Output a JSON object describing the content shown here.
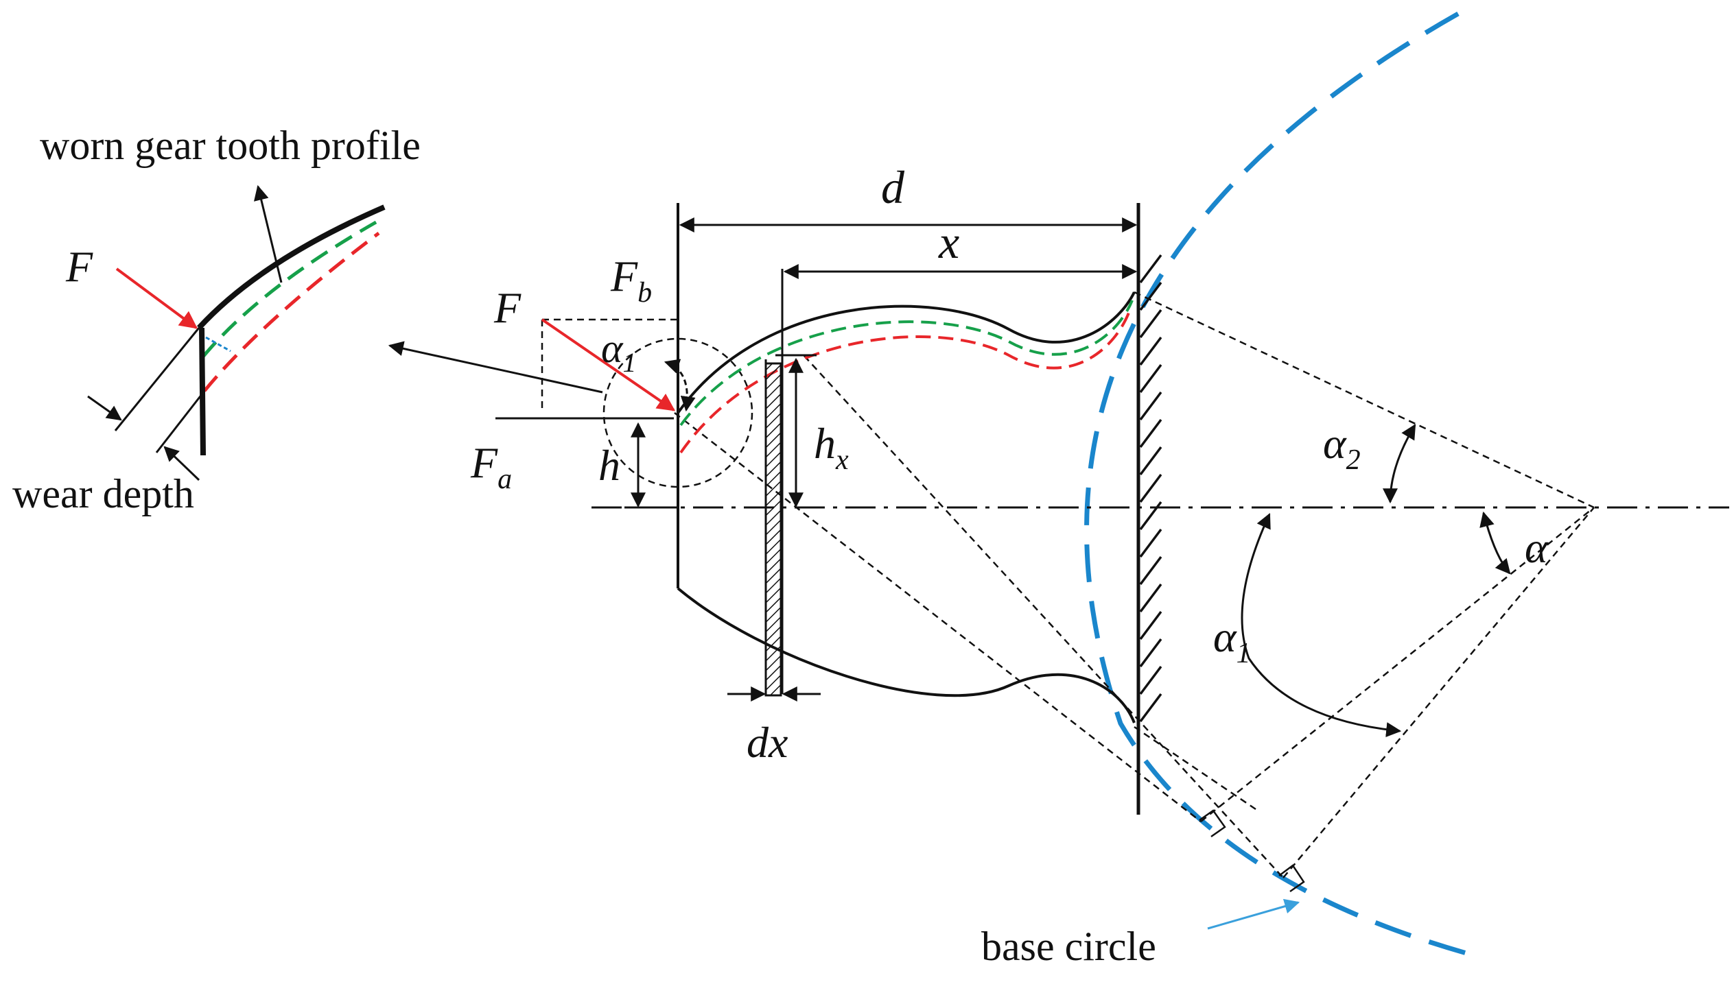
{
  "labels": {
    "worn_profile": "worn gear tooth profile",
    "wear_depth": "wear depth",
    "base_circle": "base circle",
    "F_inset": "F",
    "F": "F",
    "F_b_main": "F",
    "F_b_sub": "b",
    "F_a_main": "F",
    "F_a_sub": "a",
    "alpha1_small_main": "α",
    "alpha1_small_sub": "1",
    "h": "h",
    "h_x_main": "h",
    "h_x_sub": "x",
    "d": "d",
    "x": "x",
    "dx": "dx",
    "alpha2_main": "α",
    "alpha2_sub": "2",
    "alpha": "α",
    "alpha1_main": "α",
    "alpha1_sub": "1"
  },
  "colors": {
    "profile_line": "#111111",
    "force_arrow": "#e8262a",
    "worn_green": "#16a04a",
    "worn_red": "#e8262a",
    "base_circle": "#1a86cc",
    "base_circle_pointer": "#3aa0dc"
  }
}
